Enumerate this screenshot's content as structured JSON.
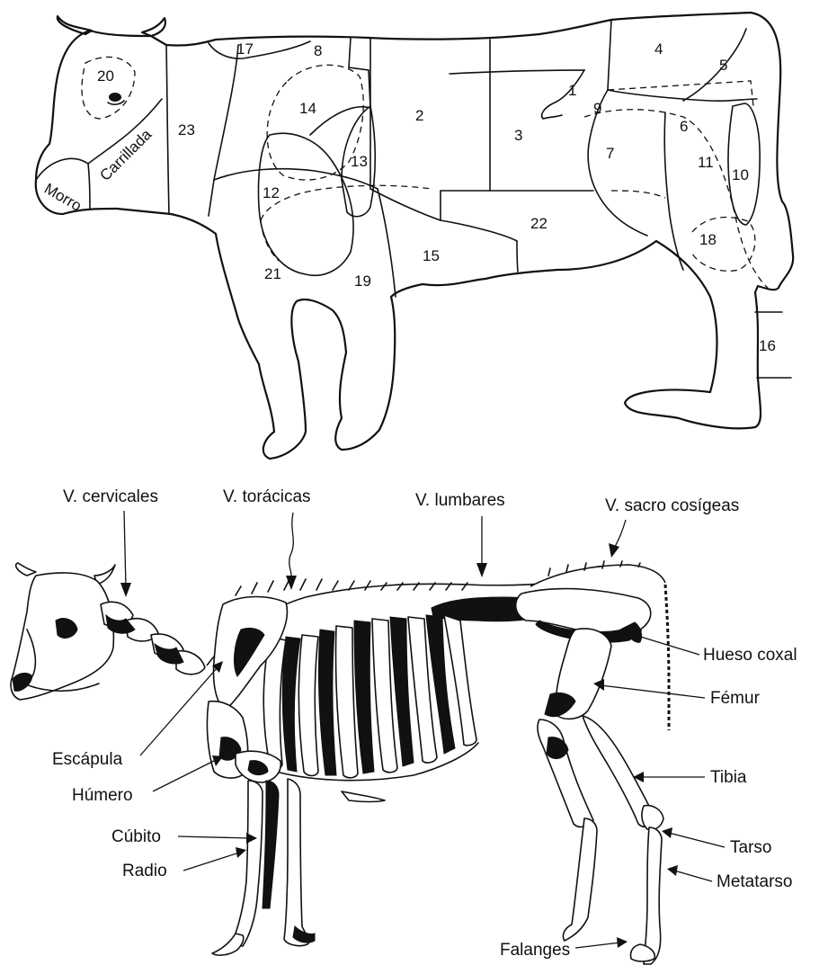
{
  "cuts": {
    "morro": "Morro",
    "carrillada": "Carrillada",
    "numbers": [
      "1",
      "2",
      "3",
      "4",
      "5",
      "6",
      "7",
      "8",
      "9",
      "10",
      "11",
      "12",
      "13",
      "14",
      "15",
      "16",
      "17",
      "18",
      "19",
      "20",
      "21",
      "22",
      "23"
    ]
  },
  "skeleton_labels": {
    "v_cervicales": "V. cervicales",
    "v_toracicas": "V. torácicas",
    "v_lumbares": "V. lumbares",
    "v_sacro": "V. sacro cosígeas",
    "hueso_coxal": "Hueso coxal",
    "femur": "Fémur",
    "tibia": "Tibia",
    "tarso": "Tarso",
    "metatarso": "Metatarso",
    "falanges": "Falanges",
    "escapula": "Escápula",
    "humero": "Húmero",
    "cubito": "Cúbito",
    "radio": "Radio"
  }
}
